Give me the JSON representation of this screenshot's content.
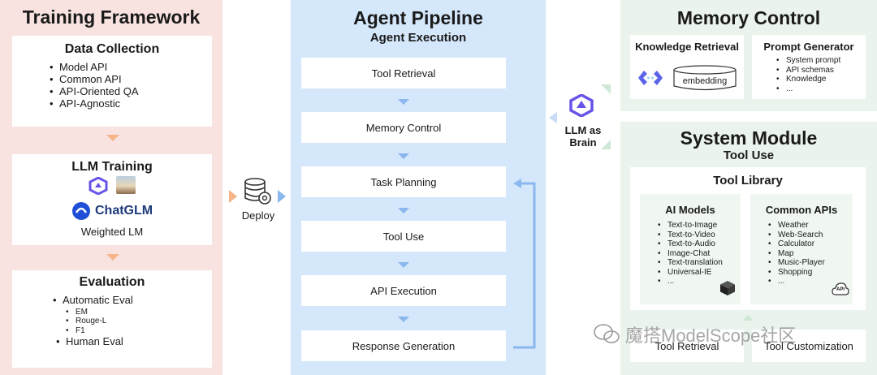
{
  "training": {
    "title": "Training Framework",
    "data_collection": {
      "title": "Data Collection",
      "items": [
        "Model API",
        "Common API",
        "API-Oriented QA",
        "API-Agnostic"
      ]
    },
    "llm_training": {
      "title": "LLM Training",
      "chatglm_logo": "ChatGLM",
      "subtitle": "Weighted LM"
    },
    "evaluation": {
      "title": "Evaluation",
      "automatic": "Automatic Eval",
      "metrics": [
        "EM",
        "Rouge-L",
        "F1"
      ],
      "human": "Human Eval"
    }
  },
  "deploy": {
    "label": "Deploy",
    "icon": "database-gear-icon"
  },
  "pipeline": {
    "title": "Agent Pipeline",
    "subtitle": "Agent Execution",
    "steps": [
      "Tool Retrieval",
      "Memory Control",
      "Task Planning",
      "Tool Use",
      "API Execution",
      "Response Generation"
    ]
  },
  "brain": {
    "line1": "LLM as",
    "line2": "Brain"
  },
  "memory": {
    "title": "Memory Control",
    "knowledge_retrieval": {
      "title": "Knowledge Retrieval",
      "embedding": "embedding"
    },
    "prompt_generator": {
      "title": "Prompt Generator",
      "items": [
        "System prompt",
        "API schemas",
        "Knowledge",
        "..."
      ]
    }
  },
  "system": {
    "title": "System Module",
    "subtitle": "Tool Use",
    "library": {
      "title": "Tool Library",
      "ai_models": {
        "title": "AI Models",
        "items": [
          "Text-to-Image",
          "Text-to-Video",
          "Text-to-Audio",
          "Image-Chat",
          "Text-translation",
          "Universal-IE",
          "..."
        ]
      },
      "common_apis": {
        "title": "Common APIs",
        "items": [
          "Weather",
          "Web-Search",
          "Calculator",
          "Map",
          "Music-Player",
          "Shopping",
          "..."
        ],
        "api_badge": "API"
      }
    },
    "tool_retrieval": "Tool Retrieval",
    "tool_customization": "Tool Customization"
  },
  "watermark": "魔搭ModelScope社区",
  "colors": {
    "training_bg": "#f8e3e1",
    "pipeline_bg": "#d5e7fb",
    "module_bg": "#eaf3ec",
    "arrow_orange": "#f5b48a",
    "arrow_blue": "#8ab8ee",
    "qwen_purple": "#6654e8",
    "chatglm_blue": "#1f4fd6"
  }
}
